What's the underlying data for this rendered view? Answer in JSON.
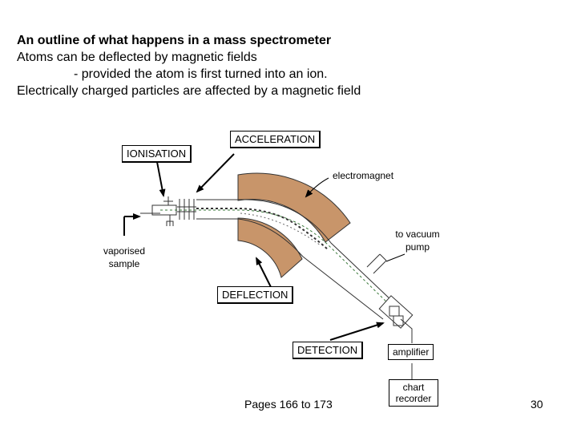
{
  "heading": {
    "title": "An outline of what happens in a mass spectrometer",
    "line2": "Atoms can be deflected by magnetic fields",
    "line3": "- provided the atom is first turned into an ion.",
    "line4": "Electrically charged particles are affected by a magnetic field"
  },
  "diagram": {
    "labels": {
      "acceleration": "ACCELERATION",
      "ionisation": "IONISATION",
      "electromagnet": "electromagnet",
      "vaporised_sample": "vaporised sample",
      "to_vacuum_pump": "to vacuum pump",
      "deflection": "DEFLECTION",
      "detection": "DETECTION",
      "amplifier": "amplifier",
      "chart_recorder": "chart recorder"
    },
    "colors": {
      "magnet": "#c8956a",
      "tube_stroke": "#333333",
      "beam_green": "#3a7a3a",
      "beam_dark": "#333333"
    }
  },
  "footer": {
    "pages": "Pages 166 to 173",
    "slide_number": "30"
  }
}
